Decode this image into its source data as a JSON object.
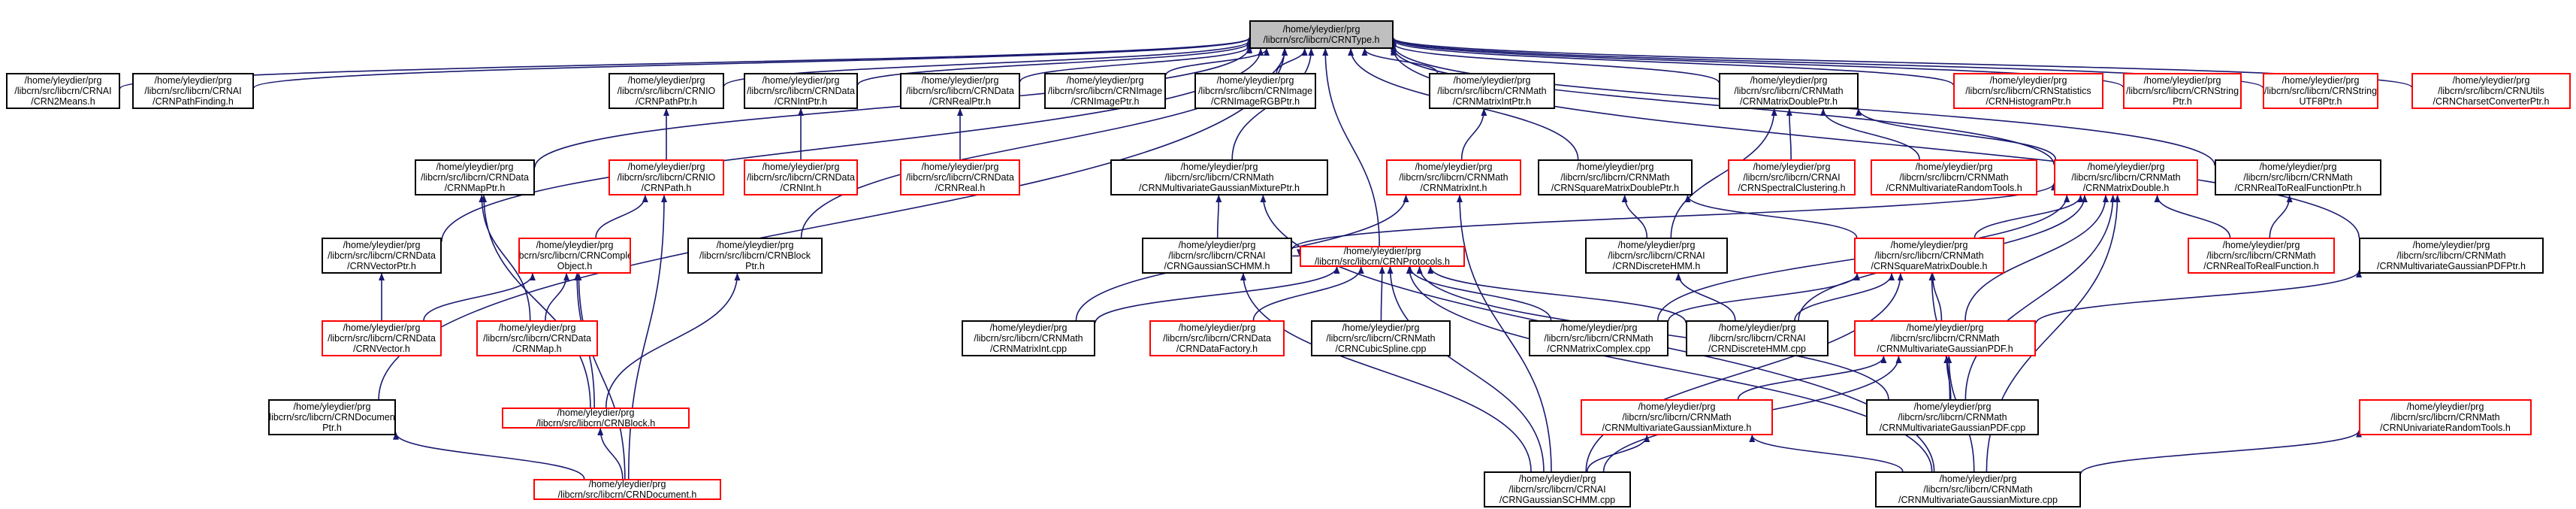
{
  "graph_title": "",
  "colors": {
    "edge": "#191970",
    "border_default": "#000000",
    "border_truncated": "#ff0000",
    "root_fill": "#bfbfbf"
  },
  "nodes": [
    {
      "id": "root",
      "line1": "/home/yleydier/prg",
      "line2": "/libcrn/src/libcrn/CRNType.h",
      "style": "root"
    },
    {
      "id": "n1",
      "line1": "/home/yleydier/prg",
      "line2": "/libcrn/src/libcrn/CRNAI",
      "line3": "/CRN2Means.h",
      "style": "black"
    },
    {
      "id": "n2",
      "line1": "/home/yleydier/prg",
      "line2": "/libcrn/src/libcrn/CRNAI",
      "line3": "/CRNPathFinding.h",
      "style": "black"
    },
    {
      "id": "n3",
      "line1": "/home/yleydier/prg",
      "line2": "/libcrn/src/libcrn/CRNIO",
      "line3": "/CRNPathPtr.h",
      "style": "black"
    },
    {
      "id": "n4",
      "line1": "/home/yleydier/prg",
      "line2": "/libcrn/src/libcrn/CRNData",
      "line3": "/CRNIntPtr.h",
      "style": "black"
    },
    {
      "id": "n5",
      "line1": "/home/yleydier/prg",
      "line2": "/libcrn/src/libcrn/CRNData",
      "line3": "/CRNRealPtr.h",
      "style": "black"
    },
    {
      "id": "n6",
      "line1": "/home/yleydier/prg",
      "line2": "/libcrn/src/libcrn/CRNImage",
      "line3": "/CRNImagePtr.h",
      "style": "black"
    },
    {
      "id": "n7",
      "line1": "/home/yleydier/prg",
      "line2": "/libcrn/src/libcrn/CRNImage",
      "line3": "/CRNImageRGBPtr.h",
      "style": "black"
    },
    {
      "id": "n8",
      "line1": "/home/yleydier/prg",
      "line2": "/libcrn/src/libcrn/CRNMath",
      "line3": "/CRNMatrixIntPtr.h",
      "style": "black"
    },
    {
      "id": "n9",
      "line1": "/home/yleydier/prg",
      "line2": "/libcrn/src/libcrn/CRNMath",
      "line3": "/CRNMatrixDoublePtr.h",
      "style": "black"
    },
    {
      "id": "n10",
      "line1": "/home/yleydier/prg",
      "line2": "/libcrn/src/libcrn/CRNStatistics",
      "line3": "/CRNHistogramPtr.h",
      "style": "red"
    },
    {
      "id": "n11",
      "line1": "/home/yleydier/prg",
      "line2": "/libcrn/src/libcrn/CRNString",
      "line3": "Ptr.h",
      "style": "red"
    },
    {
      "id": "n12",
      "line1": "/home/yleydier/prg",
      "line2": "/libcrn/src/libcrn/CRNString",
      "line3": "UTF8Ptr.h",
      "style": "red"
    },
    {
      "id": "n13",
      "line1": "/home/yleydier/prg",
      "line2": "/libcrn/src/libcrn/CRNUtils",
      "line3": "/CRNCharsetConverterPtr.h",
      "style": "red"
    },
    {
      "id": "n14",
      "line1": "/home/yleydier/prg",
      "line2": "/libcrn/src/libcrn/CRNData",
      "line3": "/CRNMapPtr.h",
      "style": "black"
    },
    {
      "id": "n15",
      "line1": "/home/yleydier/prg",
      "line2": "/libcrn/src/libcrn/CRNIO",
      "line3": "/CRNPath.h",
      "style": "red"
    },
    {
      "id": "n16",
      "line1": "/home/yleydier/prg",
      "line2": "/libcrn/src/libcrn/CRNData",
      "line3": "/CRNInt.h",
      "style": "red"
    },
    {
      "id": "n17",
      "line1": "/home/yleydier/prg",
      "line2": "/libcrn/src/libcrn/CRNData",
      "line3": "/CRNReal.h",
      "style": "red"
    },
    {
      "id": "n18",
      "line1": "/home/yleydier/prg",
      "line2": "/libcrn/src/libcrn/CRNMath",
      "line3": "/CRNMultivariateGaussianMixturePtr.h",
      "style": "black"
    },
    {
      "id": "n19",
      "line1": "/home/yleydier/prg",
      "line2": "/libcrn/src/libcrn/CRNMath",
      "line3": "/CRNMatrixInt.h",
      "style": "red"
    },
    {
      "id": "n20",
      "line1": "/home/yleydier/prg",
      "line2": "/libcrn/src/libcrn/CRNMath",
      "line3": "/CRNSquareMatrixDoublePtr.h",
      "style": "black"
    },
    {
      "id": "n21",
      "line1": "/home/yleydier/prg",
      "line2": "/libcrn/src/libcrn/CRNAI",
      "line3": "/CRNSpectralClustering.h",
      "style": "red"
    },
    {
      "id": "n22",
      "line1": "/home/yleydier/prg",
      "line2": "/libcrn/src/libcrn/CRNMath",
      "line3": "/CRNMultivariateRandomTools.h",
      "style": "red"
    },
    {
      "id": "n23",
      "line1": "/home/yleydier/prg",
      "line2": "/libcrn/src/libcrn/CRNMath",
      "line3": "/CRNMatrixDouble.h",
      "style": "red"
    },
    {
      "id": "n24",
      "line1": "/home/yleydier/prg",
      "line2": "/libcrn/src/libcrn/CRNMath",
      "line3": "/CRNRealToRealFunctionPtr.h",
      "style": "black"
    },
    {
      "id": "n25",
      "line1": "/home/yleydier/prg",
      "line2": "/libcrn/src/libcrn/CRNData",
      "line3": "/CRNVectorPtr.h",
      "style": "black"
    },
    {
      "id": "n26",
      "line1": "/home/yleydier/prg",
      "line2": "/libcrn/src/libcrn/CRNComplex",
      "line3": "Object.h",
      "style": "red"
    },
    {
      "id": "n27",
      "line1": "/home/yleydier/prg",
      "line2": "/libcrn/src/libcrn/CRNBlock",
      "line3": "Ptr.h",
      "style": "black"
    },
    {
      "id": "n28",
      "line1": "/home/yleydier/prg",
      "line2": "/libcrn/src/libcrn/CRNAI",
      "line3": "/CRNGaussianSCHMM.h",
      "style": "black"
    },
    {
      "id": "n29",
      "line1": "/home/yleydier/prg",
      "line2": "/libcrn/src/libcrn/CRNProtocols.h",
      "style": "red"
    },
    {
      "id": "n30",
      "line1": "/home/yleydier/prg",
      "line2": "/libcrn/src/libcrn/CRNAI",
      "line3": "/CRNDiscreteHMM.h",
      "style": "black"
    },
    {
      "id": "n31",
      "line1": "/home/yleydier/prg",
      "line2": "/libcrn/src/libcrn/CRNMath",
      "line3": "/CRNSquareMatrixDouble.h",
      "style": "red"
    },
    {
      "id": "n32",
      "line1": "/home/yleydier/prg",
      "line2": "/libcrn/src/libcrn/CRNMath",
      "line3": "/CRNRealToRealFunction.h",
      "style": "red"
    },
    {
      "id": "n33",
      "line1": "/home/yleydier/prg",
      "line2": "/libcrn/src/libcrn/CRNMath",
      "line3": "/CRNMultivariateGaussianPDFPtr.h",
      "style": "black"
    },
    {
      "id": "n34",
      "line1": "/home/yleydier/prg",
      "line2": "/libcrn/src/libcrn/CRNData",
      "line3": "/CRNVector.h",
      "style": "red"
    },
    {
      "id": "n35",
      "line1": "/home/yleydier/prg",
      "line2": "/libcrn/src/libcrn/CRNData",
      "line3": "/CRNMap.h",
      "style": "red"
    },
    {
      "id": "n36",
      "line1": "/home/yleydier/prg",
      "line2": "/libcrn/src/libcrn/CRNMath",
      "line3": "/CRNMatrixInt.cpp",
      "style": "black"
    },
    {
      "id": "n37",
      "line1": "/home/yleydier/prg",
      "line2": "/libcrn/src/libcrn/CRNData",
      "line3": "/CRNDataFactory.h",
      "style": "red"
    },
    {
      "id": "n38",
      "line1": "/home/yleydier/prg",
      "line2": "/libcrn/src/libcrn/CRNMath",
      "line3": "/CRNCubicSpline.cpp",
      "style": "black"
    },
    {
      "id": "n39",
      "line1": "/home/yleydier/prg",
      "line2": "/libcrn/src/libcrn/CRNMath",
      "line3": "/CRNMatrixComplex.cpp",
      "style": "black"
    },
    {
      "id": "n40",
      "line1": "/home/yleydier/prg",
      "line2": "/libcrn/src/libcrn/CRNAI",
      "line3": "/CRNDiscreteHMM.cpp",
      "style": "black"
    },
    {
      "id": "n41",
      "line1": "/home/yleydier/prg",
      "line2": "/libcrn/src/libcrn/CRNMath",
      "line3": "/CRNMultivariateGaussianPDF.h",
      "style": "red"
    },
    {
      "id": "n42",
      "line1": "/home/yleydier/prg",
      "line2": "/libcrn/src/libcrn/CRNDocument",
      "line3": "Ptr.h",
      "style": "black"
    },
    {
      "id": "n43",
      "line1": "/home/yleydier/prg",
      "line2": "/libcrn/src/libcrn/CRNBlock.h",
      "style": "red"
    },
    {
      "id": "n44",
      "line1": "/home/yleydier/prg",
      "line2": "/libcrn/src/libcrn/CRNMath",
      "line3": "/CRNMultivariateGaussianMixture.h",
      "style": "red"
    },
    {
      "id": "n45",
      "line1": "/home/yleydier/prg",
      "line2": "/libcrn/src/libcrn/CRNMath",
      "line3": "/CRNMultivariateGaussianPDF.cpp",
      "style": "black"
    },
    {
      "id": "n46",
      "line1": "/home/yleydier/prg",
      "line2": "/libcrn/src/libcrn/CRNMath",
      "line3": "/CRNUnivariateRandomTools.h",
      "style": "red"
    },
    {
      "id": "n47",
      "line1": "/home/yleydier/prg",
      "line2": "/libcrn/src/libcrn/CRNDocument.h",
      "style": "red"
    },
    {
      "id": "n48",
      "line1": "/home/yleydier/prg",
      "line2": "/libcrn/src/libcrn/CRNAI",
      "line3": "/CRNGaussianSCHMM.cpp",
      "style": "black"
    },
    {
      "id": "n49",
      "line1": "/home/yleydier/prg",
      "line2": "/libcrn/src/libcrn/CRNMath",
      "line3": "/CRNMultivariateGaussianMixture.cpp",
      "style": "black"
    }
  ],
  "edges": [
    [
      "n1",
      "root"
    ],
    [
      "n2",
      "root"
    ],
    [
      "n3",
      "root"
    ],
    [
      "n4",
      "root"
    ],
    [
      "n5",
      "root"
    ],
    [
      "n6",
      "root"
    ],
    [
      "n7",
      "root"
    ],
    [
      "n8",
      "root"
    ],
    [
      "n9",
      "root"
    ],
    [
      "n10",
      "root"
    ],
    [
      "n11",
      "root"
    ],
    [
      "n12",
      "root"
    ],
    [
      "n13",
      "root"
    ],
    [
      "n14",
      "root"
    ],
    [
      "n18",
      "root"
    ],
    [
      "n20",
      "root"
    ],
    [
      "n24",
      "root"
    ],
    [
      "n25",
      "root"
    ],
    [
      "n27",
      "root"
    ],
    [
      "n29",
      "root"
    ],
    [
      "n33",
      "root"
    ],
    [
      "n42",
      "root"
    ],
    [
      "n23",
      "root"
    ],
    [
      "n15",
      "n3"
    ],
    [
      "n16",
      "n4"
    ],
    [
      "n17",
      "n5"
    ],
    [
      "n19",
      "n8"
    ],
    [
      "n21",
      "n9"
    ],
    [
      "n22",
      "n9"
    ],
    [
      "n23",
      "n9"
    ],
    [
      "n30",
      "n9"
    ],
    [
      "n26",
      "n15"
    ],
    [
      "n47",
      "n15"
    ],
    [
      "n35",
      "n14"
    ],
    [
      "n43",
      "n14"
    ],
    [
      "n34",
      "n25"
    ],
    [
      "n34",
      "n26"
    ],
    [
      "n35",
      "n26"
    ],
    [
      "n43",
      "n26"
    ],
    [
      "n47",
      "n26"
    ],
    [
      "n43",
      "n27"
    ],
    [
      "n47",
      "n43"
    ],
    [
      "n47",
      "n42"
    ],
    [
      "n28",
      "n18"
    ],
    [
      "n49",
      "n18"
    ],
    [
      "n36",
      "n19"
    ],
    [
      "n48",
      "n19"
    ],
    [
      "n30",
      "n20"
    ],
    [
      "n31",
      "n20"
    ],
    [
      "n32",
      "n24"
    ],
    [
      "n41",
      "n33"
    ],
    [
      "n49",
      "n46"
    ],
    [
      "n28",
      "n23"
    ],
    [
      "n31",
      "n23"
    ],
    [
      "n32",
      "n23"
    ],
    [
      "n39",
      "n23"
    ],
    [
      "n41",
      "n23"
    ],
    [
      "n45",
      "n23"
    ],
    [
      "n49",
      "n23"
    ],
    [
      "n40",
      "n23"
    ],
    [
      "n28",
      "n29"
    ],
    [
      "n36",
      "n29"
    ],
    [
      "n37",
      "n29"
    ],
    [
      "n38",
      "n29"
    ],
    [
      "n39",
      "n29"
    ],
    [
      "n40",
      "n29"
    ],
    [
      "n45",
      "n29"
    ],
    [
      "n48",
      "n29"
    ],
    [
      "n49",
      "n29"
    ],
    [
      "n40",
      "n30"
    ],
    [
      "n48",
      "n28"
    ],
    [
      "n39",
      "n31"
    ],
    [
      "n40",
      "n31"
    ],
    [
      "n41",
      "n31"
    ],
    [
      "n45",
      "n31"
    ],
    [
      "n48",
      "n31"
    ],
    [
      "n44",
      "n41"
    ],
    [
      "n45",
      "n41"
    ],
    [
      "n48",
      "n41"
    ],
    [
      "n49",
      "n41"
    ],
    [
      "n48",
      "n44"
    ],
    [
      "n49",
      "n44"
    ]
  ]
}
